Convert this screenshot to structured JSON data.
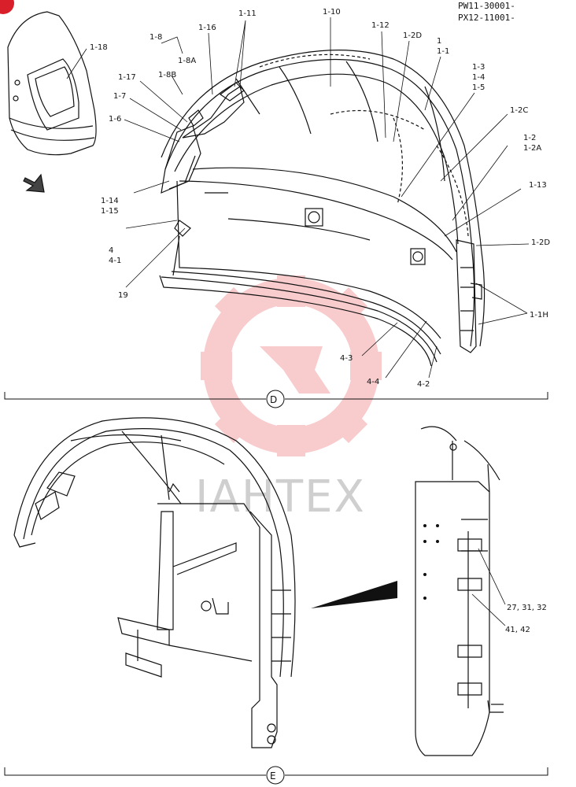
{
  "header": {
    "serial_line_1": "PW11-30001-",
    "serial_line_2": "PX12-11001-"
  },
  "watermark": {
    "text": "IAHTEX"
  },
  "colors": {
    "line": "#111111",
    "watermark_red": "#e8474f",
    "badge_red": "#d9202a"
  },
  "views": {
    "upper": {
      "reference": "D"
    },
    "lower": {
      "reference": "E"
    }
  },
  "labels_upper": [
    "1-18",
    "1-8",
    "1-8A",
    "1-8B",
    "1-11",
    "1-16",
    "1-10",
    "1-12",
    "1-2D",
    "1",
    "1-1",
    "1-3",
    "1-4",
    "1-5",
    "1-17",
    "1-7",
    "1-6",
    "1-2C",
    "1-2",
    "1-2A",
    "1-13",
    "1-14",
    "1-15",
    "1-2D",
    "4",
    "4-1",
    "19",
    "1-1H",
    "4-3",
    "4-4",
    "4-2"
  ],
  "labels_lower": [
    "27, 31, 32",
    "41, 42"
  ]
}
